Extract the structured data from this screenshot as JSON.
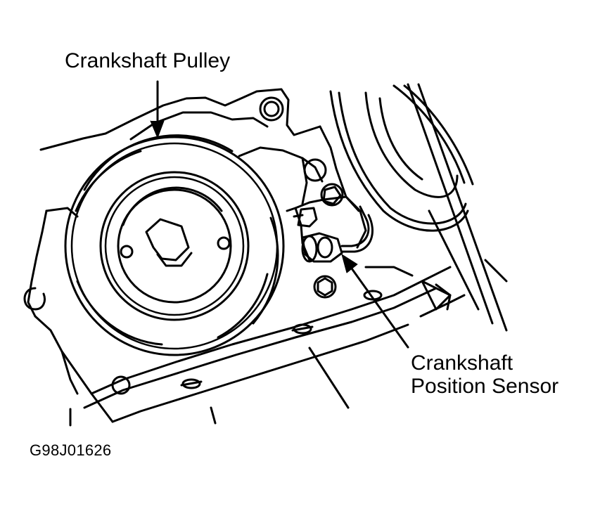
{
  "diagram": {
    "labels": {
      "pulley": "Crankshaft Pulley",
      "sensor_line1": "Crankshaft",
      "sensor_line2": "Position Sensor",
      "figure_code": "G98J01626"
    },
    "colors": {
      "ink": "#000000",
      "paper": "#ffffff"
    }
  }
}
